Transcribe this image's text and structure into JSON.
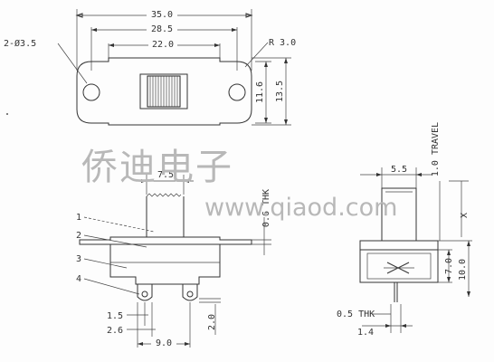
{
  "top_view": {
    "dim_35": "35.0",
    "dim_28_5": "28.5",
    "dim_22": "22.0",
    "dim_hole": "2-Ø3.5",
    "dim_radius": "R 3.0",
    "dim_11_6": "11.6",
    "dim_13_5": "13.5"
  },
  "side_view": {
    "dim_7_5": "7.5",
    "dim_thk": "0.6 THK",
    "callout_1": "1",
    "callout_2": "2",
    "callout_3": "3",
    "callout_4": "4",
    "dim_1_5": "1.5",
    "dim_2_6": "2.6",
    "dim_9": "9.0",
    "dim_2": "2.0"
  },
  "end_view": {
    "dim_5_5": "5.5",
    "travel": "1.0 TRAVEL",
    "dim_x": "X",
    "dim_7": "7.0",
    "dim_10": "10.0",
    "dim_thk": "0.5 THK",
    "dim_1_4": "1.4"
  },
  "watermark": {
    "chinese": "侨迪电子",
    "url": "www.qiaod.com"
  },
  "colors": {
    "line": "#333333",
    "watermark": "#b8b8b8"
  }
}
